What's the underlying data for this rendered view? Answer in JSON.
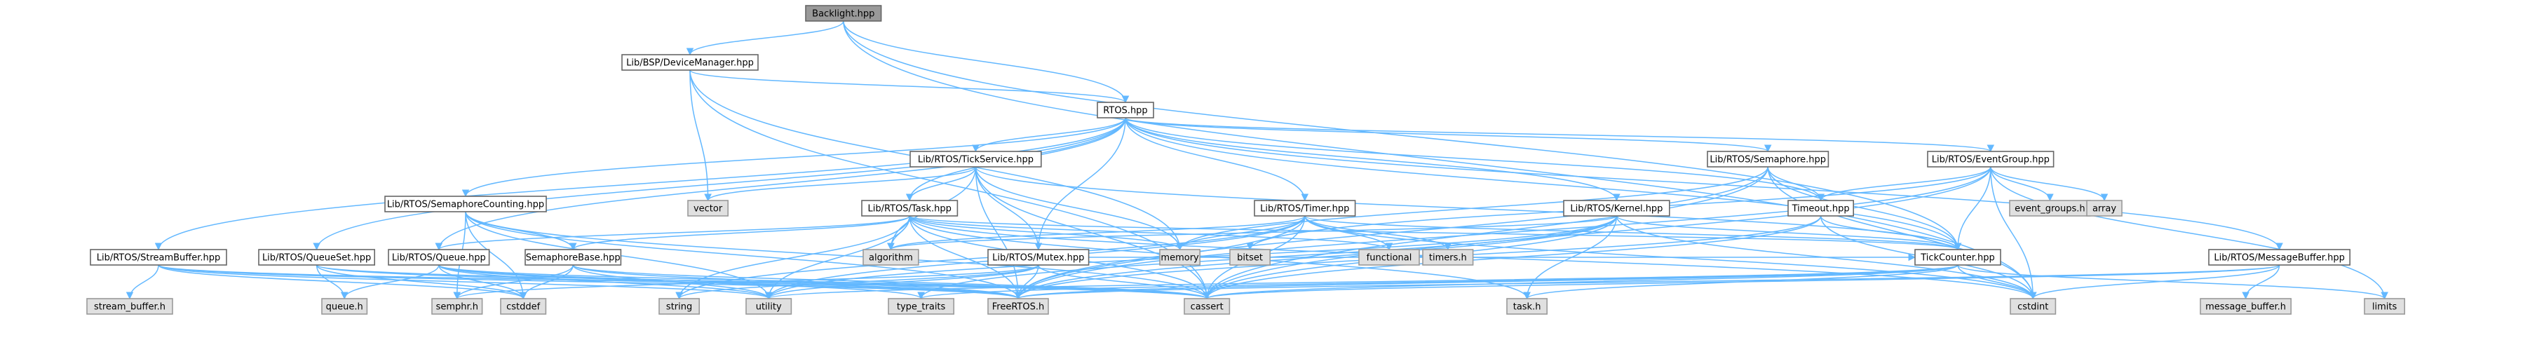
{
  "diagram": {
    "title": "",
    "colors": {
      "edge": "#63b8ff",
      "node_border": "#666666",
      "external_fill": "#e0e0e0",
      "root_fill": "#999999",
      "node_fill": "#ffffff"
    },
    "nodes": [
      {
        "id": "backlight",
        "label": "Backlight.hpp",
        "kind": "root"
      },
      {
        "id": "devmgr",
        "label": "Lib/BSP/DeviceManager.hpp",
        "kind": "doc"
      },
      {
        "id": "rtos",
        "label": "RTOS.hpp",
        "kind": "doc"
      },
      {
        "id": "semcount",
        "label": "Lib/RTOS/SemaphoreCounting.hpp",
        "kind": "doc"
      },
      {
        "id": "tickservice",
        "label": "Lib/RTOS/TickService.hpp",
        "kind": "doc"
      },
      {
        "id": "semaphore",
        "label": "Lib/RTOS/Semaphore.hpp",
        "kind": "doc"
      },
      {
        "id": "eventgroup",
        "label": "Lib/RTOS/EventGroup.hpp",
        "kind": "doc"
      },
      {
        "id": "task",
        "label": "Lib/RTOS/Task.hpp",
        "kind": "doc"
      },
      {
        "id": "timer",
        "label": "Lib/RTOS/Timer.hpp",
        "kind": "doc"
      },
      {
        "id": "kernel",
        "label": "Lib/RTOS/Kernel.hpp",
        "kind": "doc"
      },
      {
        "id": "timeout",
        "label": "Timeout.hpp",
        "kind": "doc"
      },
      {
        "id": "streambuffer",
        "label": "Lib/RTOS/StreamBuffer.hpp",
        "kind": "doc"
      },
      {
        "id": "queueset",
        "label": "Lib/RTOS/QueueSet.hpp",
        "kind": "doc"
      },
      {
        "id": "queue",
        "label": "Lib/RTOS/Queue.hpp",
        "kind": "doc"
      },
      {
        "id": "sembase",
        "label": "SemaphoreBase.hpp",
        "kind": "doc"
      },
      {
        "id": "mutex",
        "label": "Lib/RTOS/Mutex.hpp",
        "kind": "doc"
      },
      {
        "id": "tickcounter",
        "label": "TickCounter.hpp",
        "kind": "doc"
      },
      {
        "id": "msgbuffer",
        "label": "Lib/RTOS/MessageBuffer.hpp",
        "kind": "doc"
      },
      {
        "id": "vector",
        "label": "vector",
        "kind": "ext"
      },
      {
        "id": "algorithm",
        "label": "algorithm",
        "kind": "ext"
      },
      {
        "id": "memory",
        "label": "memory",
        "kind": "ext"
      },
      {
        "id": "bitset",
        "label": "bitset",
        "kind": "ext"
      },
      {
        "id": "functional",
        "label": "functional",
        "kind": "ext"
      },
      {
        "id": "timers_h",
        "label": "timers.h",
        "kind": "ext"
      },
      {
        "id": "event_groups_h",
        "label": "event_groups.h",
        "kind": "ext"
      },
      {
        "id": "array",
        "label": "array",
        "kind": "ext"
      },
      {
        "id": "stream_buffer_h",
        "label": "stream_buffer.h",
        "kind": "ext"
      },
      {
        "id": "queue_h",
        "label": "queue.h",
        "kind": "ext"
      },
      {
        "id": "semphr_h",
        "label": "semphr.h",
        "kind": "ext"
      },
      {
        "id": "cstddef",
        "label": "cstddef",
        "kind": "ext"
      },
      {
        "id": "string",
        "label": "string",
        "kind": "ext"
      },
      {
        "id": "utility",
        "label": "utility",
        "kind": "ext"
      },
      {
        "id": "type_traits",
        "label": "type_traits",
        "kind": "ext"
      },
      {
        "id": "freertos_h",
        "label": "FreeRTOS.h",
        "kind": "ext"
      },
      {
        "id": "cassert",
        "label": "cassert",
        "kind": "ext"
      },
      {
        "id": "task_h",
        "label": "task.h",
        "kind": "ext"
      },
      {
        "id": "cstdint",
        "label": "cstdint",
        "kind": "ext"
      },
      {
        "id": "message_buffer_h",
        "label": "message_buffer.h",
        "kind": "ext"
      },
      {
        "id": "limits",
        "label": "limits",
        "kind": "ext"
      }
    ],
    "edges": [
      [
        "backlight",
        "devmgr"
      ],
      [
        "backlight",
        "rtos"
      ],
      [
        "backlight",
        "tickcounter"
      ],
      [
        "backlight",
        "cstdint"
      ],
      [
        "devmgr",
        "rtos"
      ],
      [
        "devmgr",
        "vector"
      ],
      [
        "devmgr",
        "memory"
      ],
      [
        "devmgr",
        "cassert"
      ],
      [
        "rtos",
        "semcount"
      ],
      [
        "rtos",
        "tickservice"
      ],
      [
        "rtos",
        "semaphore"
      ],
      [
        "rtos",
        "eventgroup"
      ],
      [
        "rtos",
        "task"
      ],
      [
        "rtos",
        "timer"
      ],
      [
        "rtos",
        "kernel"
      ],
      [
        "rtos",
        "streambuffer"
      ],
      [
        "rtos",
        "queueset"
      ],
      [
        "rtos",
        "queue"
      ],
      [
        "rtos",
        "mutex"
      ],
      [
        "rtos",
        "msgbuffer"
      ],
      [
        "rtos",
        "tickcounter"
      ],
      [
        "rtos",
        "timeout"
      ],
      [
        "semcount",
        "sembase"
      ],
      [
        "semcount",
        "semphr_h"
      ],
      [
        "semcount",
        "cstddef"
      ],
      [
        "semcount",
        "utility"
      ],
      [
        "semcount",
        "cassert"
      ],
      [
        "semcount",
        "freertos_h"
      ],
      [
        "tickservice",
        "vector"
      ],
      [
        "tickservice",
        "algorithm"
      ],
      [
        "tickservice",
        "memory"
      ],
      [
        "tickservice",
        "task"
      ],
      [
        "tickservice",
        "mutex"
      ],
      [
        "tickservice",
        "tickcounter"
      ],
      [
        "tickservice",
        "cassert"
      ],
      [
        "tickservice",
        "freertos_h"
      ],
      [
        "semaphore",
        "timeout"
      ],
      [
        "semaphore",
        "tickcounter"
      ],
      [
        "semaphore",
        "memory"
      ],
      [
        "semaphore",
        "cassert"
      ],
      [
        "semaphore",
        "freertos_h"
      ],
      [
        "semaphore",
        "cstdint"
      ],
      [
        "eventgroup",
        "event_groups_h"
      ],
      [
        "eventgroup",
        "array"
      ],
      [
        "eventgroup",
        "bitset"
      ],
      [
        "eventgroup",
        "timeout"
      ],
      [
        "eventgroup",
        "tickcounter"
      ],
      [
        "eventgroup",
        "cstdint"
      ],
      [
        "eventgroup",
        "limits"
      ],
      [
        "eventgroup",
        "cassert"
      ],
      [
        "eventgroup",
        "freertos_h"
      ],
      [
        "task",
        "algorithm"
      ],
      [
        "task",
        "memory"
      ],
      [
        "task",
        "functional"
      ],
      [
        "task",
        "string"
      ],
      [
        "task",
        "utility"
      ],
      [
        "task",
        "cassert"
      ],
      [
        "task",
        "freertos_h"
      ],
      [
        "task",
        "task_h"
      ],
      [
        "task",
        "cstdint"
      ],
      [
        "task",
        "tickcounter"
      ],
      [
        "task",
        "sembase"
      ],
      [
        "task",
        "queue"
      ],
      [
        "timer",
        "functional"
      ],
      [
        "timer",
        "timers_h"
      ],
      [
        "timer",
        "memory"
      ],
      [
        "timer",
        "algorithm"
      ],
      [
        "timer",
        "string"
      ],
      [
        "timer",
        "utility"
      ],
      [
        "timer",
        "cassert"
      ],
      [
        "timer",
        "freertos_h"
      ],
      [
        "timer",
        "tickcounter"
      ],
      [
        "timer",
        "cstdint"
      ],
      [
        "kernel",
        "tickcounter"
      ],
      [
        "kernel",
        "algorithm"
      ],
      [
        "kernel",
        "cstdint"
      ],
      [
        "kernel",
        "freertos_h"
      ],
      [
        "kernel",
        "task_h"
      ],
      [
        "kernel",
        "cassert"
      ],
      [
        "kernel",
        "type_traits"
      ],
      [
        "kernel",
        "utility"
      ],
      [
        "timeout",
        "tickcounter"
      ],
      [
        "timeout",
        "cassert"
      ],
      [
        "timeout",
        "cstdint"
      ],
      [
        "timeout",
        "freertos_h"
      ],
      [
        "streambuffer",
        "stream_buffer_h"
      ],
      [
        "streambuffer",
        "cstddef"
      ],
      [
        "streambuffer",
        "cassert"
      ],
      [
        "streambuffer",
        "freertos_h"
      ],
      [
        "streambuffer",
        "utility"
      ],
      [
        "queueset",
        "queue_h"
      ],
      [
        "queueset",
        "cstddef"
      ],
      [
        "queueset",
        "cassert"
      ],
      [
        "queueset",
        "freertos_h"
      ],
      [
        "queue",
        "queue_h"
      ],
      [
        "queue",
        "cstddef"
      ],
      [
        "queue",
        "type_traits"
      ],
      [
        "queue",
        "cassert"
      ],
      [
        "queue",
        "freertos_h"
      ],
      [
        "queue",
        "utility"
      ],
      [
        "sembase",
        "semphr_h"
      ],
      [
        "sembase",
        "cstddef"
      ],
      [
        "sembase",
        "cassert"
      ],
      [
        "sembase",
        "freertos_h"
      ],
      [
        "sembase",
        "utility"
      ],
      [
        "mutex",
        "freertos_h"
      ],
      [
        "mutex",
        "semphr_h"
      ],
      [
        "mutex",
        "cassert"
      ],
      [
        "mutex",
        "tickcounter"
      ],
      [
        "mutex",
        "utility"
      ],
      [
        "mutex",
        "string"
      ],
      [
        "tickcounter",
        "cstdint"
      ],
      [
        "tickcounter",
        "cassert"
      ],
      [
        "tickcounter",
        "limits"
      ],
      [
        "tickcounter",
        "freertos_h"
      ],
      [
        "tickcounter",
        "task_h"
      ],
      [
        "tickcounter",
        "type_traits"
      ],
      [
        "tickcounter",
        "utility"
      ],
      [
        "msgbuffer",
        "message_buffer_h"
      ],
      [
        "msgbuffer",
        "cstdint"
      ],
      [
        "msgbuffer",
        "cassert"
      ],
      [
        "msgbuffer",
        "freertos_h"
      ]
    ]
  }
}
